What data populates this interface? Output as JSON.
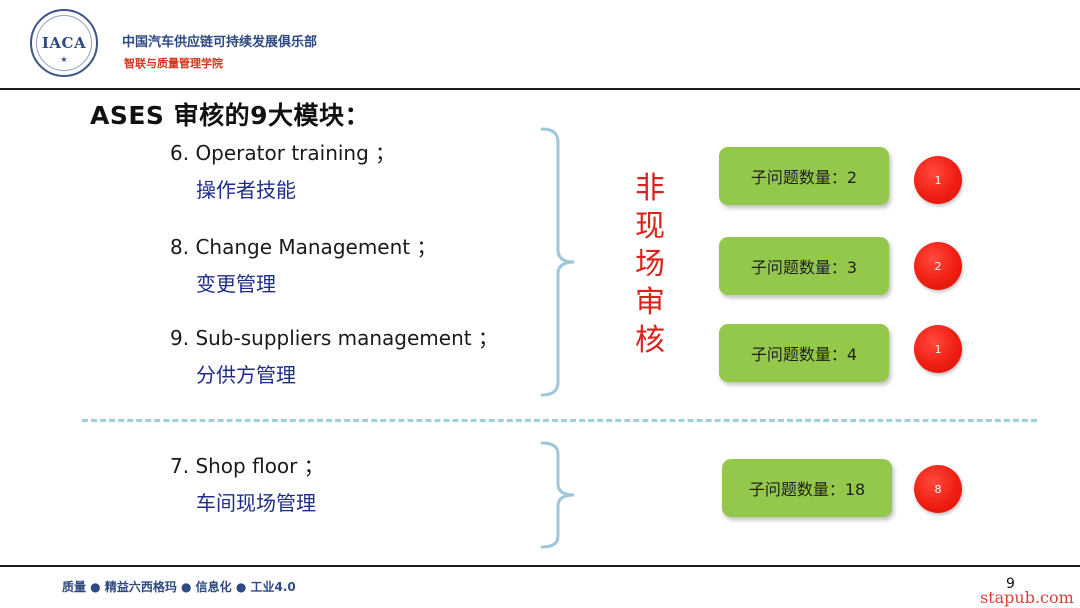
{
  "header": {
    "logo_text": "IACA",
    "org_name": "中国汽车供应链可持续发展俱乐部",
    "org_sub": "智联与质量管理学院"
  },
  "title": "ASES 审核的9大模块：",
  "items": [
    {
      "en": "6. Operator training ；",
      "zh": "操作者技能",
      "badge": "子问题数量：2",
      "count": "1"
    },
    {
      "en": "8. Change Management ；",
      "zh": "变更管理",
      "badge": "子问题数量：3",
      "count": "2"
    },
    {
      "en": "9. Sub-suppliers management ；",
      "zh": "分供方管理",
      "badge": "子问题数量：4",
      "count": "1"
    },
    {
      "en": "7. Shop floor ；",
      "zh": "车间现场管理",
      "badge": "子问题数量：18",
      "count": "8"
    }
  ],
  "group_label": [
    "非",
    "现",
    "场",
    "审",
    "核"
  ],
  "footer": {
    "text": "质量 ● 精益六西格玛 ● 信息化 ● 工业4.0",
    "page": "9",
    "watermark": "stapub.com"
  },
  "colors": {
    "accent_blue": "#2f4a82",
    "label_red": "#d9241c",
    "badge_green": "#94c84b",
    "circle_red": "#f01e12",
    "brace_blue": "#9fc7d8"
  }
}
